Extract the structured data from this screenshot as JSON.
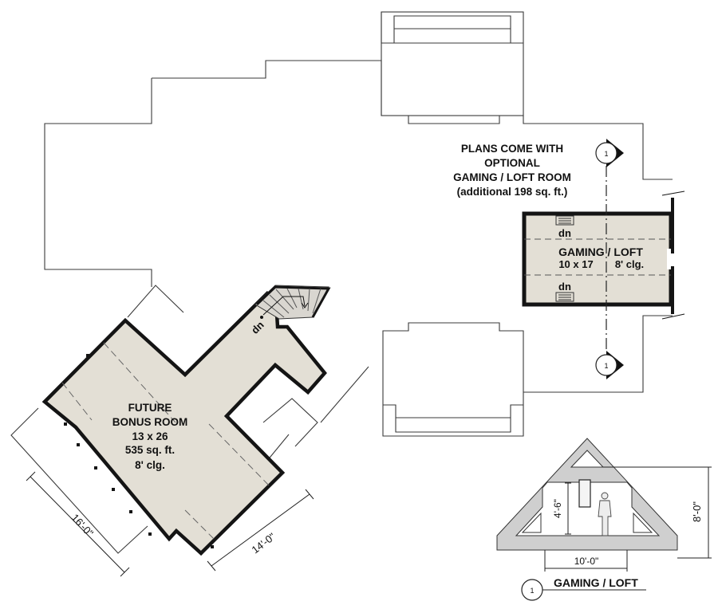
{
  "colors": {
    "room_fill": "#e3dfd5",
    "wall": "#141414",
    "outline": "#3a3a3a",
    "ridge": "#c8c8c8"
  },
  "loft_note": {
    "line1": "PLANS COME WITH",
    "line2": "OPTIONAL",
    "line3": "GAMING / LOFT ROOM",
    "line4": "(additional 198 sq. ft.)"
  },
  "gaming_loft": {
    "name": "GAMING / LOFT",
    "size": "10 x 17",
    "ceiling": "8' clg.",
    "stair_top": "dn",
    "stair_bottom": "dn"
  },
  "bonus_room": {
    "line1": "FUTURE",
    "line2": "BONUS ROOM",
    "size": "13 x 26",
    "area": "535 sq. ft.",
    "ceiling": "8' clg.",
    "stair": "dn"
  },
  "dimensions": {
    "bonus_left": "16'-0\"",
    "bonus_right": "14'-0\""
  },
  "section": {
    "marker": "1",
    "title": "GAMING / LOFT",
    "width": "10'-0\"",
    "wall_height": "4'-6\"",
    "total_height": "8'-0\""
  }
}
